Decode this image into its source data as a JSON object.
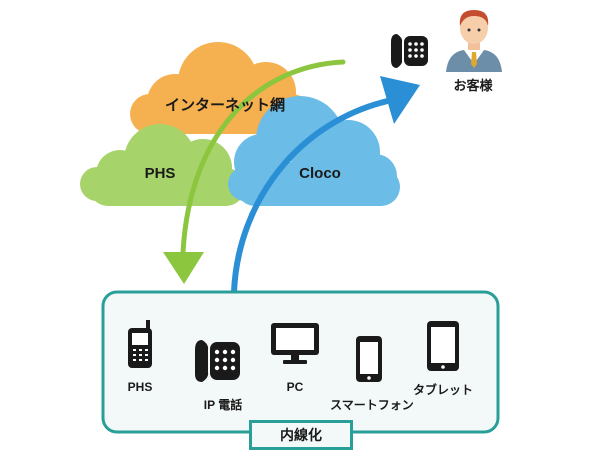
{
  "clouds": {
    "internet": "インターネット網",
    "phs": "PHS",
    "cloco": "Cloco"
  },
  "customer": {
    "label": "お客様",
    "phone_icon": "desk-phone-icon",
    "person_icon": "businessman-icon"
  },
  "devices": [
    {
      "label": "PHS",
      "icon": "phs-handset-icon"
    },
    {
      "label": "IP 電話",
      "icon": "ip-phone-icon"
    },
    {
      "label": "PC",
      "icon": "monitor-icon"
    },
    {
      "label": "スマートフォン",
      "icon": "smartphone-icon"
    },
    {
      "label": "タブレット",
      "icon": "tablet-icon"
    }
  ],
  "box_caption": "内線化",
  "colors": {
    "internet_cloud": "#f5b04f",
    "phs_cloud": "#a6d36a",
    "cloco_cloud": "#6bbce6",
    "incoming_arrow": "#8cc63f",
    "outgoing_arrow": "#2b8fd6",
    "box_border": "#2a9f9a",
    "box_fill": "#f3f8f8"
  }
}
